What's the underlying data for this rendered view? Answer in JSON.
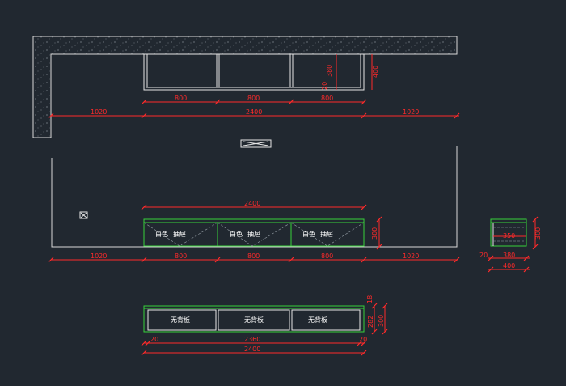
{
  "colors": {
    "background": "#212830",
    "dimension": "#ff2a2a",
    "cabinet_outline": "#36d23a",
    "wall": "#d9d9d9",
    "text": "#ffffff"
  },
  "top_view": {
    "width_dims": [
      "1020",
      "2400",
      "1020"
    ],
    "cabinet_dims": [
      "800",
      "800",
      "800"
    ],
    "depth_dims": [
      "380",
      "20",
      "400"
    ]
  },
  "elevation": {
    "overall_dim": "2400",
    "compartments": [
      {
        "label_a": "白色",
        "label_b": "抽屉"
      },
      {
        "label_a": "白色",
        "label_b": "抽屉"
      },
      {
        "label_a": "白色",
        "label_b": "抽屉"
      }
    ],
    "height_dim": "300",
    "width_dims": [
      "1020",
      "800",
      "800",
      "800",
      "1020"
    ]
  },
  "side_view": {
    "inner_dim": "350",
    "depth_dim": "380",
    "total_dim": "400",
    "back_dim": "20",
    "height_dim": "300"
  },
  "bottom_view": {
    "panels": [
      "无背板",
      "无背板",
      "无背板"
    ],
    "left_gap": "20",
    "inner_width": "2360",
    "right_gap": "20",
    "overall_width": "2400",
    "top_dim": "18",
    "inner_height": "282",
    "height_dim": "300"
  }
}
